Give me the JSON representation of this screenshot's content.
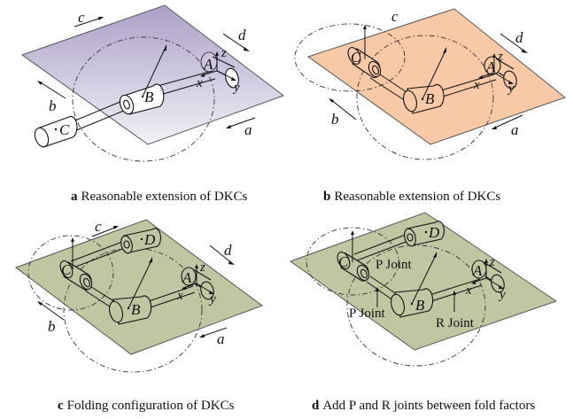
{
  "panels": [
    {
      "id": "a",
      "caption_letter": "a",
      "caption_text": "Reasonable extension of DKCs",
      "plane_color_top": "#aba0c8",
      "plane_color_bottom": "#f2f1f6",
      "labels": {
        "A": "A",
        "B": "B",
        "C": "C",
        "a": "a",
        "b": "b",
        "c": "c",
        "d": "d",
        "x": "x",
        "y": "y",
        "z": "z"
      }
    },
    {
      "id": "b",
      "caption_letter": "b",
      "caption_text": "Reasonable extension of DKCs",
      "plane_color": "#f7c9a6",
      "labels": {
        "A": "A",
        "B": "B",
        "C": "C",
        "a": "a",
        "b": "b",
        "c": "c",
        "d": "d",
        "x": "x",
        "y": "y",
        "z": "z"
      }
    },
    {
      "id": "c",
      "caption_letter": "c",
      "caption_text": "Folding configuration of DKCs",
      "plane_color": "#bfc6a2",
      "labels": {
        "A": "A",
        "B": "B",
        "C": "C",
        "D": "D",
        "a": "a",
        "b": "b",
        "c": "c",
        "d": "d",
        "x": "x",
        "y": "y",
        "z": "z"
      }
    },
    {
      "id": "d",
      "caption_letter": "d",
      "caption_text": "Add P and R joints between fold factors",
      "plane_color": "#bfc6a2",
      "labels": {
        "A": "A",
        "B": "B",
        "C": "C",
        "D": "D",
        "x": "x",
        "y": "y",
        "z": "z"
      },
      "joints": [
        "P Joint",
        "P Joint",
        "R Joint"
      ]
    }
  ]
}
